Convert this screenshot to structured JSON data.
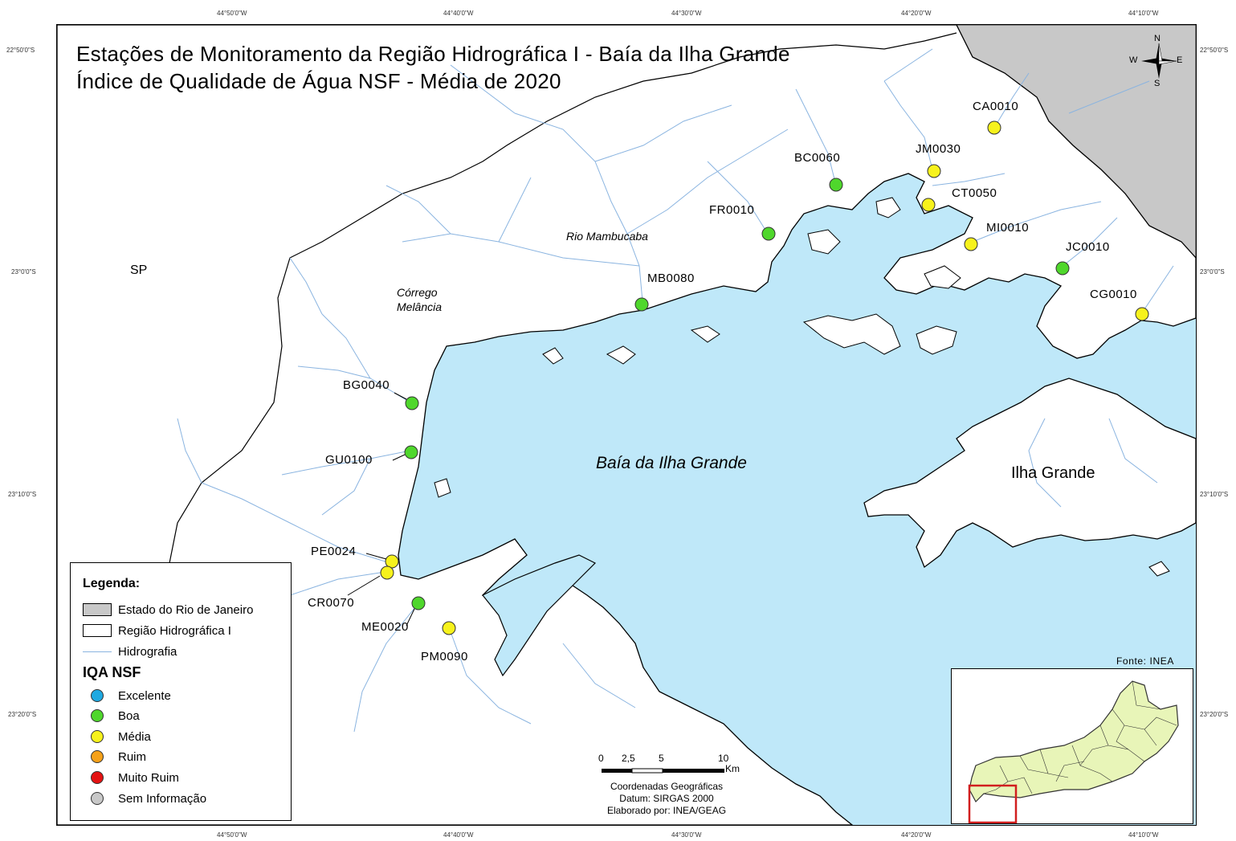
{
  "title": {
    "line1": "Estações de Monitoramento da Região Hidrográfica I - Baía da Ilha Grande",
    "line2": "Índice de Qualidade de Água NSF - Média de 2020"
  },
  "grid": {
    "top_longitudes": [
      "44°50'0\"W",
      "44°40'0\"W",
      "44°30'0\"W",
      "44°20'0\"W",
      "44°10'0\"W"
    ],
    "bottom_longitudes": [
      "44°50'0\"W",
      "44°40'0\"W",
      "44°30'0\"W",
      "44°20'0\"W",
      "44°10'0\"W"
    ],
    "left_latitudes": [
      "22°50'0\"S",
      "23°0'0\"S",
      "23°10'0\"S",
      "23°20'0\"S"
    ],
    "right_latitudes": [
      "22°50'0\"S",
      "23°0'0\"S",
      "23°10'0\"S",
      "23°20'0\"S"
    ]
  },
  "compass": {
    "n": "N",
    "s": "S",
    "e": "E",
    "w": "W"
  },
  "place_labels": {
    "sp": "SP",
    "rio_mambucaba": "Rio Mambucaba",
    "corrego_line1": "Córrego",
    "corrego_line2": "Melância",
    "bay": "Baía da Ilha Grande",
    "island": "Ilha Grande"
  },
  "stations": [
    {
      "id": "CA0010",
      "class": "Média"
    },
    {
      "id": "JM0030",
      "class": "Média"
    },
    {
      "id": "BC0060",
      "class": "Boa"
    },
    {
      "id": "CT0050",
      "class": "Média"
    },
    {
      "id": "FR0010",
      "class": "Boa"
    },
    {
      "id": "MI0010",
      "class": "Média"
    },
    {
      "id": "JC0010",
      "class": "Boa"
    },
    {
      "id": "MB0080",
      "class": "Boa"
    },
    {
      "id": "CG0010",
      "class": "Média"
    },
    {
      "id": "BG0040",
      "class": "Boa"
    },
    {
      "id": "GU0100",
      "class": "Boa"
    },
    {
      "id": "PE0024",
      "class": "Média"
    },
    {
      "id": "CR0070",
      "class": "Média"
    },
    {
      "id": "ME0020",
      "class": "Boa"
    },
    {
      "id": "PM0090",
      "class": "Média"
    }
  ],
  "legend": {
    "title": "Legenda:",
    "state": "Estado do Rio de Janeiro",
    "region": "Região Hidrográfica I",
    "hydro": "Hidrografia",
    "iqa_title": "IQA NSF",
    "classes": [
      {
        "label": "Excelente",
        "color": "#1fa9e1"
      },
      {
        "label": "Boa",
        "color": "#4fd72c"
      },
      {
        "label": "Média",
        "color": "#f7f21c"
      },
      {
        "label": "Ruim",
        "color": "#f5a11a"
      },
      {
        "label": "Muito Ruim",
        "color": "#e41313"
      },
      {
        "label": "Sem Informação",
        "color": "#c8c8c8"
      }
    ]
  },
  "scale_bar": {
    "ticks": [
      "0",
      "2,5",
      "5",
      "10"
    ],
    "unit": "Km"
  },
  "credits": {
    "line1": "Coordenadas Geográficas",
    "line2": "Datum: SIRGAS 2000",
    "line3": "Elaborado por: INEA/GEAG"
  },
  "source": "Fonte: INEA",
  "colors": {
    "water": "#bfe8f9",
    "land": "#ffffff",
    "state_outside": "#c8c8c8",
    "river": "#8ab4e0",
    "inset_fill": "#e8f5b8",
    "inset_highlight": "#d11f1f"
  }
}
